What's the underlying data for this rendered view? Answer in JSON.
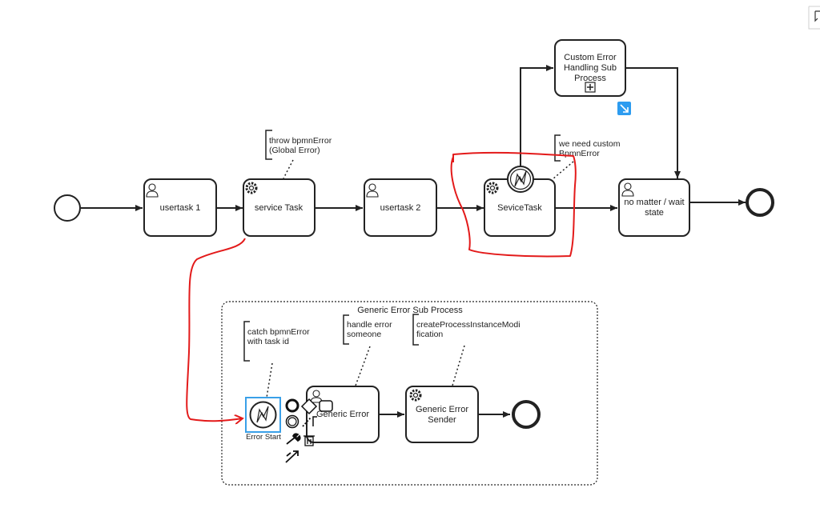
{
  "diagram": {
    "tasks": {
      "usertask1": "usertask 1",
      "service_task": "service Task",
      "usertask2": "usertask 2",
      "sevice_task": "SeviceTask",
      "no_matter_line1": "no matter / wait",
      "no_matter_line2": "state",
      "custom_error_line1": "Custom Error",
      "custom_error_line2": "Handling Sub",
      "custom_error_line3": "Process",
      "generic_error": "Generic Error",
      "generic_error_sender_line1": "Generic Error",
      "generic_error_sender_line2": "Sender"
    },
    "annotations": {
      "throw_line1": "throw bpmnError",
      "throw_line2": "(Global Error)",
      "custom_line1": "we need custom",
      "custom_line2": "BpmnError",
      "catch_line1": "catch bpmnError",
      "catch_line2": "with task id",
      "handle_line1": "handle error",
      "handle_line2": "someone",
      "create_line1": "createProcessInstanceModi",
      "create_line2": "fication"
    },
    "subprocess_title": "Generic Error Sub Process",
    "error_start_label": "Error Start"
  },
  "colors": {
    "stroke": "#222222",
    "selection": "#3aa0e8",
    "red_annotation": "#e31a1a",
    "badge": "#2d9cf0"
  },
  "icons": [
    "user-icon",
    "gear-icon",
    "error-event-icon",
    "plus-icon",
    "trash-icon",
    "wrench-icon",
    "connect-icon"
  ]
}
